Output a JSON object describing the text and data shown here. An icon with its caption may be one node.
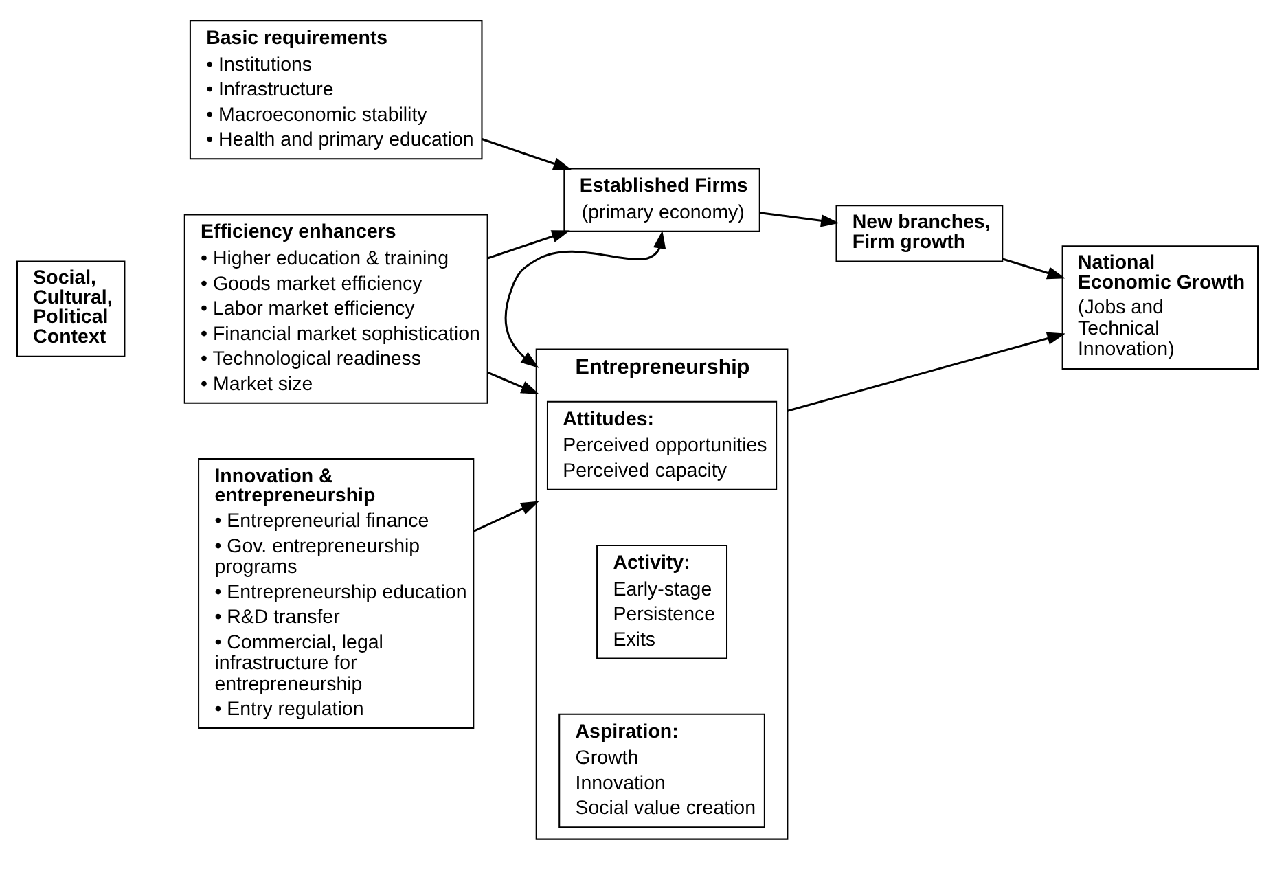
{
  "diagram": {
    "nodes": [
      {
        "text": [
          "Social, Cultural, Political Context"
        ]
      },
      {
        "text": [
          "Basic requirements",
          "• Institutions",
          "• Infrastructure",
          "• Macroeconomic stability",
          "• Health and primary education"
        ]
      },
      {
        "text": [
          "Efficiency enhancers",
          "• Higher education & training",
          "• Goods market efficiency",
          "• Labor market efficiency",
          "• Financial market sophistication",
          "• Technological readiness",
          "• Market size"
        ]
      },
      {
        "text": [
          "Innovation & entrepreneurship",
          "• Entrepreneurial finance",
          "• Gov. entrepreneurship programs",
          "• Entrepreneurship education",
          "• R&D transfer",
          "• Commercial, legal infrastructure for entrepreneurship",
          "• Entry regulation"
        ]
      },
      {
        "text": [
          "Established Firms",
          "(primary economy)"
        ]
      },
      {
        "text": [
          "New branches, Firm growth"
        ]
      },
      {
        "text": [
          "National Economic Growth",
          "(Jobs and Technical Innovation)"
        ]
      },
      {
        "text": [
          "Entrepreneurship"
        ]
      },
      {
        "text": [
          "Attitudes:",
          "Perceived opportunities",
          "Perceived capacity"
        ],
        "in": 7
      },
      {
        "text": [
          "Activity:",
          "Early-stage",
          "Persistence",
          "Exits"
        ],
        "in": 7
      },
      {
        "text": [
          "Aspiration:",
          "Growth",
          "Innovation",
          "Social value creation"
        ],
        "in": 7
      }
    ],
    "edges": [
      {
        "from": 1,
        "to": 4,
        "arrow": "to"
      },
      {
        "from": 2,
        "to": 4,
        "arrow": "to"
      },
      {
        "from": 2,
        "to": 7,
        "arrow": "to"
      },
      {
        "from": 3,
        "to": 7,
        "arrow": "to"
      },
      {
        "from": 4,
        "to": 7,
        "arrow": "both"
      },
      {
        "from": 4,
        "to": 5,
        "arrow": "to"
      },
      {
        "from": 5,
        "to": 6,
        "arrow": "to"
      },
      {
        "from": 7,
        "to": 6,
        "arrow": "to"
      }
    ]
  }
}
